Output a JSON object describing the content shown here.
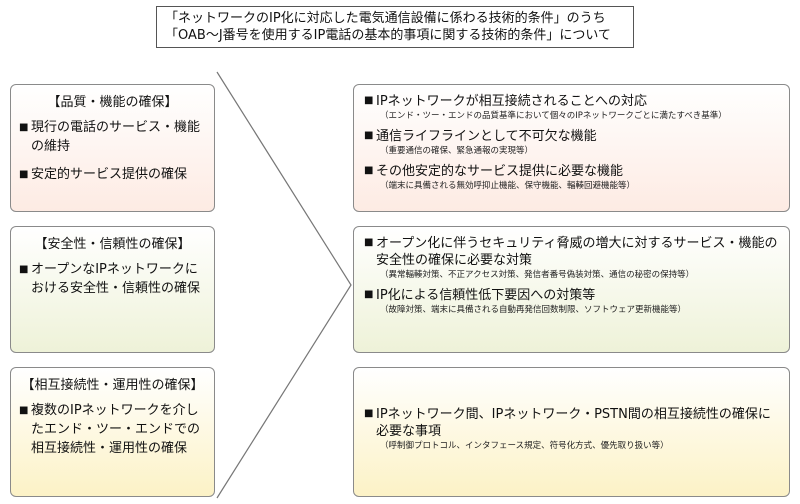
{
  "title": {
    "line1": "「ネットワークのIP化に対応した電気通信設備に係わる技術的条件」のうち",
    "line2": "「OAB〜J番号を使用するIP電話の基本的事項に関する技術的条件」について"
  },
  "left_boxes": [
    {
      "heading": "【品質・機能の確保】",
      "color": "#fdebe3",
      "items": [
        "現行の電話のサービス・機能の維持",
        "安定的サービス提供の確保"
      ]
    },
    {
      "heading": "【安全性・信頼性の確保】",
      "color": "#eef2d8",
      "items": [
        "オープンなIPネットワークにおける安全性・信頼性の確保"
      ]
    },
    {
      "heading": "【相互接続性・運用性の確保】",
      "color": "#fcf2c6",
      "items": [
        "複数のIPネットワークを介したエンド・ツー・エンドでの相互接続性・運用性の確保"
      ]
    }
  ],
  "right_boxes": [
    {
      "items": [
        {
          "main": "IPネットワークが相互接続されることへの対応",
          "sub": "（エンド・ツー・エンドの品質基準において個々のIPネットワークごとに満たすべき基準）"
        },
        {
          "main": "通信ライフラインとして不可欠な機能",
          "sub": "（重要通信の確保、緊急通報の実現等）"
        },
        {
          "main": "その他安定的なサービス提供に必要な機能",
          "sub": "（端末に具備される無効呼抑止機能、保守機能、輻輳回避機能等）"
        }
      ]
    },
    {
      "items": [
        {
          "main": "オープン化に伴うセキュリティ脅威の増大に対するサービス・機能の安全性の確保に必要な対策",
          "sub": "（異常輻輳対策、不正アクセス対策、発信者番号偽装対策、通信の秘密の保持等）"
        },
        {
          "main": "IP化による信頼性低下要因への対策等",
          "sub": "（故障対策、端末に具備される自動再発信回数制限、ソフトウェア更新機能等）"
        }
      ]
    },
    {
      "items": [
        {
          "main": "IPネットワーク間、IPネットワーク・PSTN間の相互接続性の確保に必要な事項",
          "sub": "（呼制御プロトコル、インタフェース規定、符号化方式、優先取り扱い等）"
        }
      ]
    }
  ],
  "bullet_symbol": "■",
  "icons": {
    "arrow": "chevron-right-icon"
  }
}
